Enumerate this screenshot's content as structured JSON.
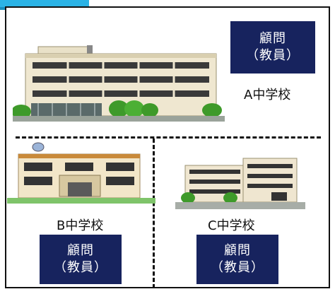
{
  "schools": [
    {
      "name": "A中学校",
      "advisor_line1": "顧問",
      "advisor_line2": "（教員）"
    },
    {
      "name": "B中学校",
      "advisor_line1": "顧問",
      "advisor_line2": "（教員）"
    },
    {
      "name": "C中学校",
      "advisor_line1": "顧問",
      "advisor_line2": "（教員）"
    }
  ],
  "colors": {
    "badge": "#17235e",
    "tab": "#2bb3e6",
    "divider": "#111111"
  }
}
